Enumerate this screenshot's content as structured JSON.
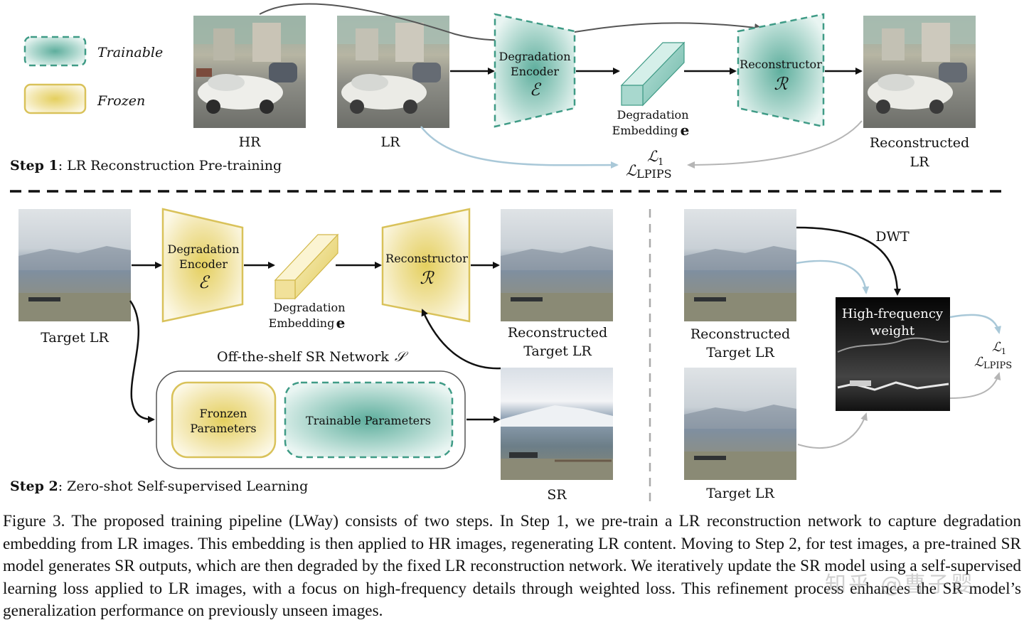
{
  "legend": {
    "trainable": "Trainable",
    "frozen": "Frozen"
  },
  "step1": {
    "title_bold": "Step 1",
    "title_rest": ": LR Reconstruction Pre-training",
    "hr": "HR",
    "lr": "LR",
    "encoder_line1": "Degradation",
    "encoder_line2": "Encoder",
    "encoder_symbol": "ℰ",
    "embedding_line1": "Degradation",
    "embedding_line2": "Embedding",
    "embedding_symbol": "e",
    "reconstructor": "Reconstructor",
    "reconstructor_symbol": "ℛ",
    "recon_line1": "Reconstructed",
    "recon_line2": "LR",
    "loss1": "ℒ",
    "loss1_sub": "1",
    "loss2": "ℒ",
    "loss2_sub": "LPIPS"
  },
  "step2": {
    "title_bold": "Step 2",
    "title_rest": ": Zero-shot Self-supervised Learning",
    "target_lr": "Target LR",
    "encoder_line1": "Degradation",
    "encoder_line2": "Encoder",
    "encoder_symbol": "ℰ",
    "embedding_line1": "Degradation",
    "embedding_line2": "Embedding",
    "embedding_symbol": "e",
    "reconstructor": "Reconstructor",
    "reconstructor_symbol": "ℛ",
    "recon_line1": "Reconstructed",
    "recon_line2": "Target LR",
    "sr_network": "Off-the-shelf SR Network",
    "sr_symbol": "𝒮",
    "frozen_line1": "Fronzen",
    "frozen_line2": "Parameters",
    "trainable_params": "Trainable Parameters",
    "sr": "SR"
  },
  "right": {
    "dwt": "DWT",
    "recon_line1": "Reconstructed",
    "recon_line2": "Target LR",
    "target_lr": "Target LR",
    "hf_line1": "High-frequency",
    "hf_line2": "weight",
    "loss1": "ℒ",
    "loss1_sub": "1",
    "loss2": "ℒ",
    "loss2_sub": "LPIPS"
  },
  "caption": {
    "text": "Figure 3.  The proposed training pipeline (LWay) consists of two steps.  In Step 1, we pre-train a LR reconstruction network to capture degradation embedding from LR images. This embedding is then applied to HR images, regenerating LR content. Moving to Step 2, for test images, a pre-trained SR model generates SR outputs, which are then degraded by the fixed LR reconstruction network. We iteratively update the SR model using a self-supervised learning loss applied to LR images, with a focus on high-frequency details through weighted loss. This refinement process enhances the SR model’s generalization performance on previously unseen images."
  },
  "watermark": "知乎 @曹子婴",
  "colors": {
    "trainable": "#6fb8a8",
    "frozen": "#e8d77a",
    "arrow": "#111111",
    "loss_arrow": "#a9c8d8"
  }
}
